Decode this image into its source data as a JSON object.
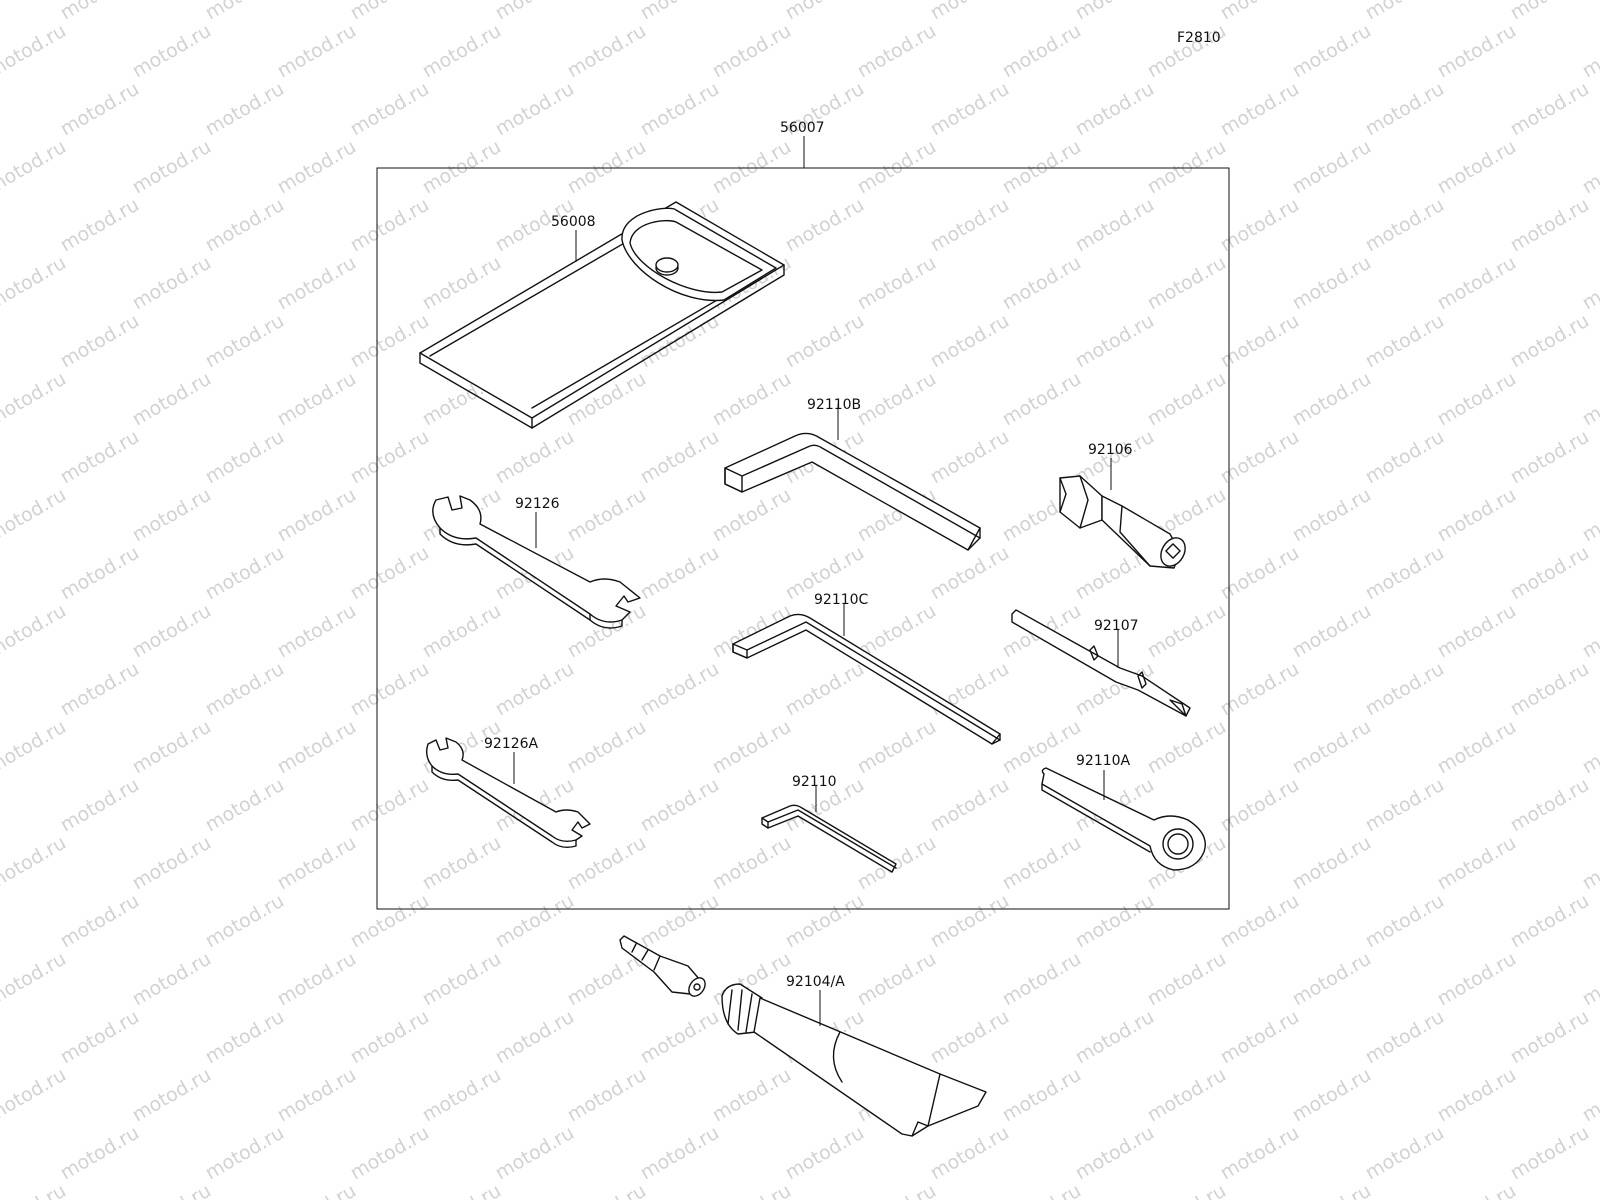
{
  "figure": {
    "code": "F2810",
    "watermark_text": "motod.ru",
    "line_color": "#111111",
    "watermark_color": "#d2d2d2"
  },
  "parts": {
    "kit": "56007",
    "case": "56008",
    "hex_wrench_b": "92110B",
    "hex_wrench_c": "92110C",
    "hex_wrench": "92110",
    "box_wrench": "92110A",
    "spanner": "92126",
    "spanner_small": "92126A",
    "screwdriver_handle": "92106",
    "screwdriver_bit": "92107",
    "grease_tube": "92104/A"
  }
}
